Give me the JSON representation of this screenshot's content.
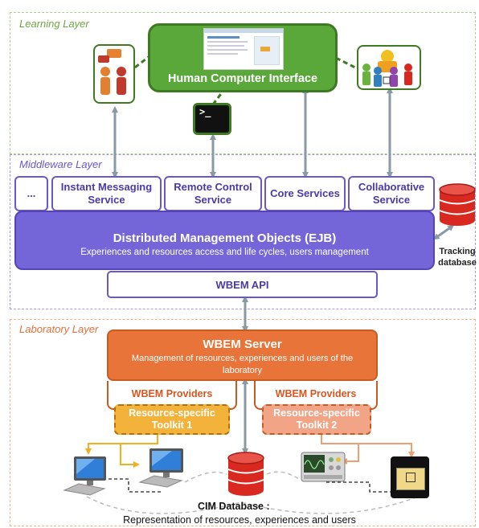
{
  "layers": {
    "learning": "Learning Layer",
    "middleware": "Middleware Layer",
    "laboratory": "Laboratory Layer"
  },
  "hci": {
    "title": "Human Computer Interface"
  },
  "services": [
    {
      "label": "..."
    },
    {
      "label": "Instant Messaging Service"
    },
    {
      "label": "Remote Control Service"
    },
    {
      "label": "Core Services"
    },
    {
      "label": "Collaborative Service"
    }
  ],
  "dmo": {
    "title": "Distributed Management Objects (EJB)",
    "subtitle": "Experiences and resources access and life cycles, users management"
  },
  "tracking_db": {
    "label": "Tracking database"
  },
  "wbem_api": {
    "label": "WBEM API"
  },
  "wbem_server": {
    "title": "WBEM Server",
    "subtitle": "Management of resources, experiences and users of the laboratory"
  },
  "providers": [
    {
      "title": "WBEM Providers",
      "toolkit": "Resource-specific Toolkit 1"
    },
    {
      "title": "WBEM Providers",
      "toolkit": "Resource-specific Toolkit 2"
    }
  ],
  "cim_db": {
    "title": "CIM Database :",
    "subtitle": "Representation of resources, experiences and users"
  },
  "terminal_prompt": ">_",
  "colors": {
    "learning": "#9ccc65",
    "middleware": "#8c7ae6",
    "laboratory": "#f0a070",
    "hci_green": "#5aa83a",
    "purple": "#6a57c9",
    "orange": "#e9743a",
    "db_red": "#d9281f"
  }
}
